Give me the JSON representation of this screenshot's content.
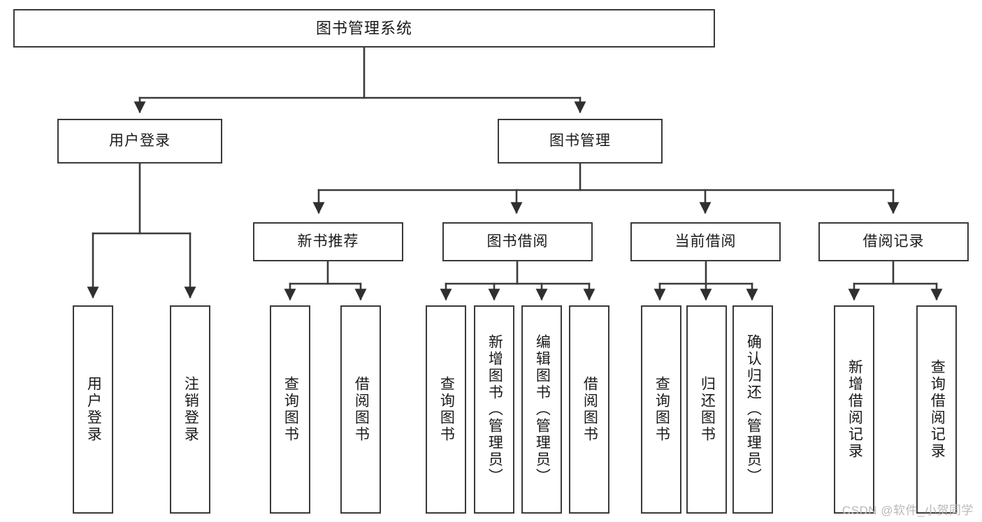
{
  "diagram": {
    "title": "图书管理系统",
    "watermark": "CSDN @软件_小贺同学",
    "colors": {
      "stroke": "#3a3a3a",
      "text": "#1a1a1a",
      "background": "#ffffff",
      "watermark": "#b9b9b9"
    },
    "nodes": {
      "root": {
        "label": "图书管理系统"
      },
      "level1": [
        {
          "label": "用户登录"
        },
        {
          "label": "图书管理"
        }
      ],
      "level2": [
        {
          "label": "新书推荐"
        },
        {
          "label": "图书借阅"
        },
        {
          "label": "当前借阅"
        },
        {
          "label": "借阅记录"
        }
      ],
      "leaves_user_login": [
        {
          "label": "用户登录"
        },
        {
          "label": "注销登录"
        }
      ],
      "leaves_new_book": [
        {
          "label": "查询图书"
        },
        {
          "label": "借阅图书"
        }
      ],
      "leaves_borrow": [
        {
          "label": "查询图书"
        },
        {
          "label": "新增图书（管理员）"
        },
        {
          "label": "编辑图书（管理员）"
        },
        {
          "label": "借阅图书"
        }
      ],
      "leaves_current": [
        {
          "label": "查询图书"
        },
        {
          "label": "归还图书"
        },
        {
          "label": "确认归还（管理员）"
        }
      ],
      "leaves_record": [
        {
          "label": "新增借阅记录"
        },
        {
          "label": "查询借阅记录"
        }
      ]
    }
  }
}
